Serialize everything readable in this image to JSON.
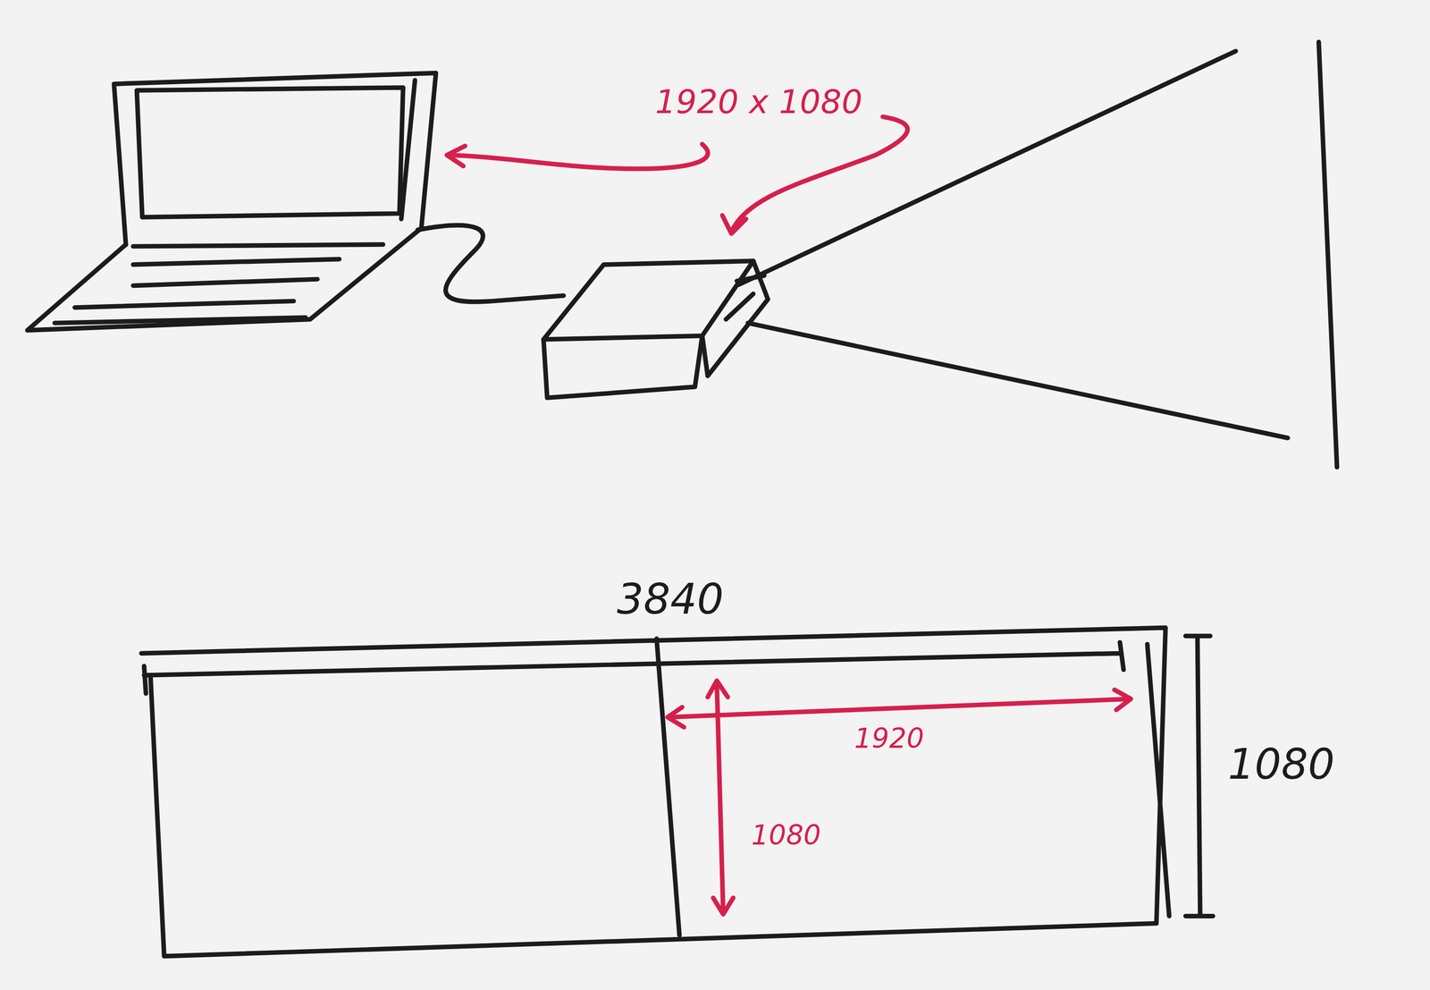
{
  "diagram": {
    "nodes": [
      {
        "text": [
          "3840"
        ]
      },
      {
        "text": [
          "1920",
          "1080"
        ],
        "in": 0
      }
    ],
    "labels": [
      "1920 x 1080",
      "1080"
    ]
  }
}
